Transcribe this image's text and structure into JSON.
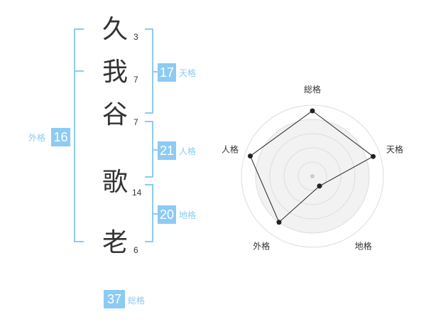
{
  "name": {
    "chars": [
      {
        "char": "久",
        "strokes": "3"
      },
      {
        "char": "我",
        "strokes": "7"
      },
      {
        "char": "谷",
        "strokes": "7"
      },
      {
        "char": "歌",
        "strokes": "14"
      },
      {
        "char": "老",
        "strokes": "6"
      }
    ]
  },
  "kakusu": {
    "tenkaku": {
      "value": "17",
      "label": "天格"
    },
    "jinkaku": {
      "value": "21",
      "label": "人格"
    },
    "chikaku": {
      "value": "20",
      "label": "地格"
    },
    "gaikaku": {
      "value": "16",
      "label": "外格"
    },
    "soukaku": {
      "value": "37",
      "label": "総格"
    }
  },
  "radar": {
    "axes": [
      "総格",
      "天格",
      "地格",
      "外格",
      "人格"
    ],
    "levels": 5,
    "values": [
      0.92,
      0.9,
      0.17,
      0.8,
      0.92
    ],
    "colors": {
      "grid": "#dddddd",
      "fill": "#f2f2f2",
      "line": "#222222",
      "center": "#cccccc"
    }
  }
}
